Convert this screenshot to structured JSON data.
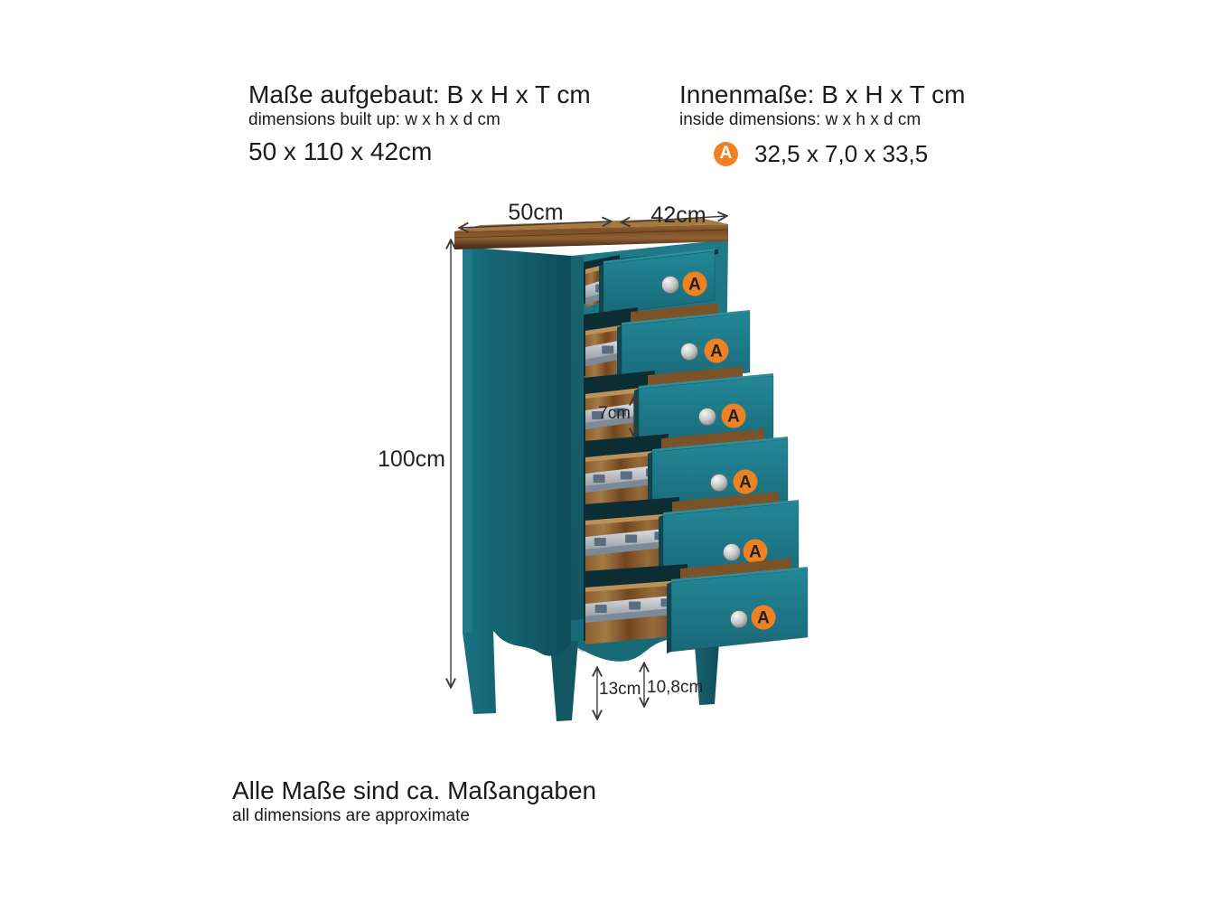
{
  "header_left": {
    "title": "Maße aufgebaut: B x H x T cm",
    "subtitle": "dimensions built up: w x h x d cm",
    "value": "50 x 110 x 42cm"
  },
  "header_right": {
    "title": "Innenmaße: B x H x T cm",
    "subtitle": "inside dimensions: w x h x d cm",
    "badge": "A",
    "value": "32,5 x 7,0 x 33,5"
  },
  "dimensions": {
    "top_width": "50cm",
    "top_depth": "42cm",
    "side_height": "100cm",
    "drawer_inner_height": "7cm",
    "leg_height": "13cm",
    "apron_clearance": "10,8cm"
  },
  "drawers": [
    {
      "badge": "A"
    },
    {
      "badge": "A"
    },
    {
      "badge": "A"
    },
    {
      "badge": "A"
    },
    {
      "badge": "A"
    },
    {
      "badge": "A"
    }
  ],
  "footer": {
    "title": "Alle Maße sind ca. Maßangaben",
    "subtitle": "all dimensions are approximate"
  },
  "colors": {
    "accent_orange": "#EE8122",
    "teal_front": "#1D7380",
    "teal_side": "#135A68",
    "wood": "#8A5C30"
  }
}
